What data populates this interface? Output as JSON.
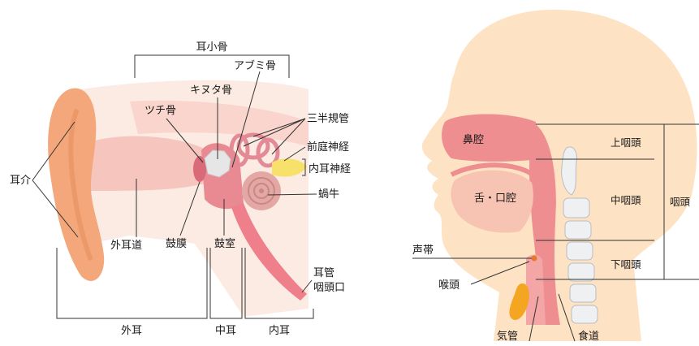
{
  "ear": {
    "ossicles": "耳小骨",
    "stapes": "アブミ骨",
    "incus": "キヌタ骨",
    "malleus": "ツチ骨",
    "semicircular_canals": "三半規管",
    "vestibular_nerve": "前庭神経",
    "inner_ear_nerve": "内耳神経",
    "cochlea": "蝸牛",
    "auricle": "耳介",
    "external_canal": "外耳道",
    "eardrum": "鼓膜",
    "tympanic_cavity": "鼓室",
    "eustachian_tube_1": "耳管",
    "eustachian_tube_2": "咽頭口",
    "outer_ear": "外耳",
    "middle_ear": "中耳",
    "inner_ear": "内耳"
  },
  "throat": {
    "nasal_cavity": "鼻腔",
    "oral_cavity": "舌・口腔",
    "upper_pharynx": "上咽頭",
    "middle_pharynx": "中咽頭",
    "lower_pharynx": "下咽頭",
    "pharynx": "咽頭",
    "vocal_cords": "声帯",
    "larynx": "喉頭",
    "trachea": "気管",
    "esophagus": "食道"
  },
  "colors": {
    "ear_skin": "#f3a77a",
    "canal_pink": "#f2b8b2",
    "inner_red": "#e98a93",
    "head_skin": "#fde3c4",
    "airway": "#ef8e91",
    "spine": "#eef0f2",
    "cartilage": "#f4a623"
  }
}
